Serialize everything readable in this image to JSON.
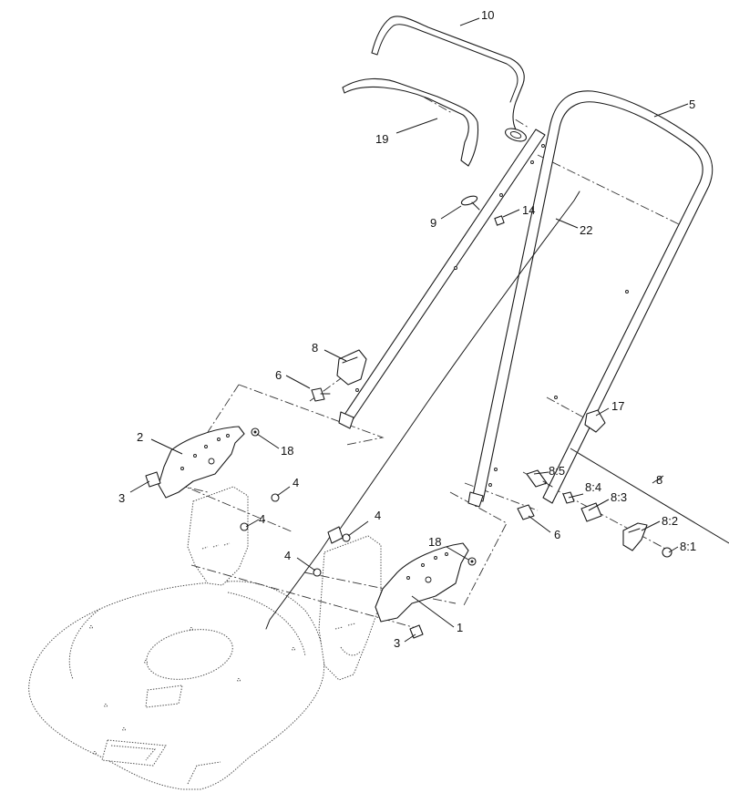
{
  "diagram": {
    "callouts": {
      "c10": "10",
      "c19": "19",
      "c5": "5",
      "c9": "9",
      "c14": "14",
      "c22": "22",
      "c8_handle": "8",
      "c6_upper": "6",
      "c17": "17",
      "c2": "2",
      "c18_left": "18",
      "c3_left": "3",
      "c4_a": "4",
      "c4_b": "4",
      "c4_c": "4",
      "c4_d": "4",
      "c8_kit": "8",
      "c8_5": "8:5",
      "c8_4": "8:4",
      "c8_3": "8:3",
      "c8_2": "8:2",
      "c8_1": "8:1",
      "c6_lower": "6",
      "c18_right": "18",
      "c1": "1",
      "c3_right": "3"
    }
  }
}
